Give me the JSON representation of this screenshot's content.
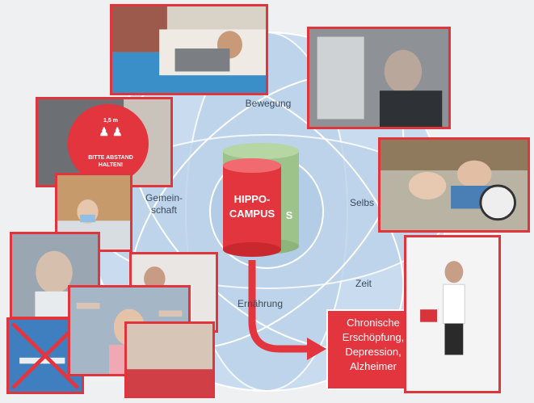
{
  "circle_labels": {
    "bewegung": "Bewegung",
    "gemeinschaft": "Gemein-\nschaft",
    "selbs": "Selbs",
    "ernaehrung": "Ernährung",
    "zeit": "Zeit"
  },
  "cylinder": {
    "front_line1": "HIPPO-",
    "front_line2": "CAMPUS",
    "back_letter": "S"
  },
  "outcome": {
    "line1": "Chronische",
    "line2": "Erschöpfung,",
    "line3": "Depression,",
    "line4": "Alzheimer"
  },
  "sign": {
    "distance": "1,5 m",
    "line1": "BITTE ABSTAND",
    "line2": "HALTEN!"
  },
  "colors": {
    "accent_red": "#e2353e",
    "circle_blue": "#c4d9ee",
    "cylinder_green": "#9dc28a"
  }
}
